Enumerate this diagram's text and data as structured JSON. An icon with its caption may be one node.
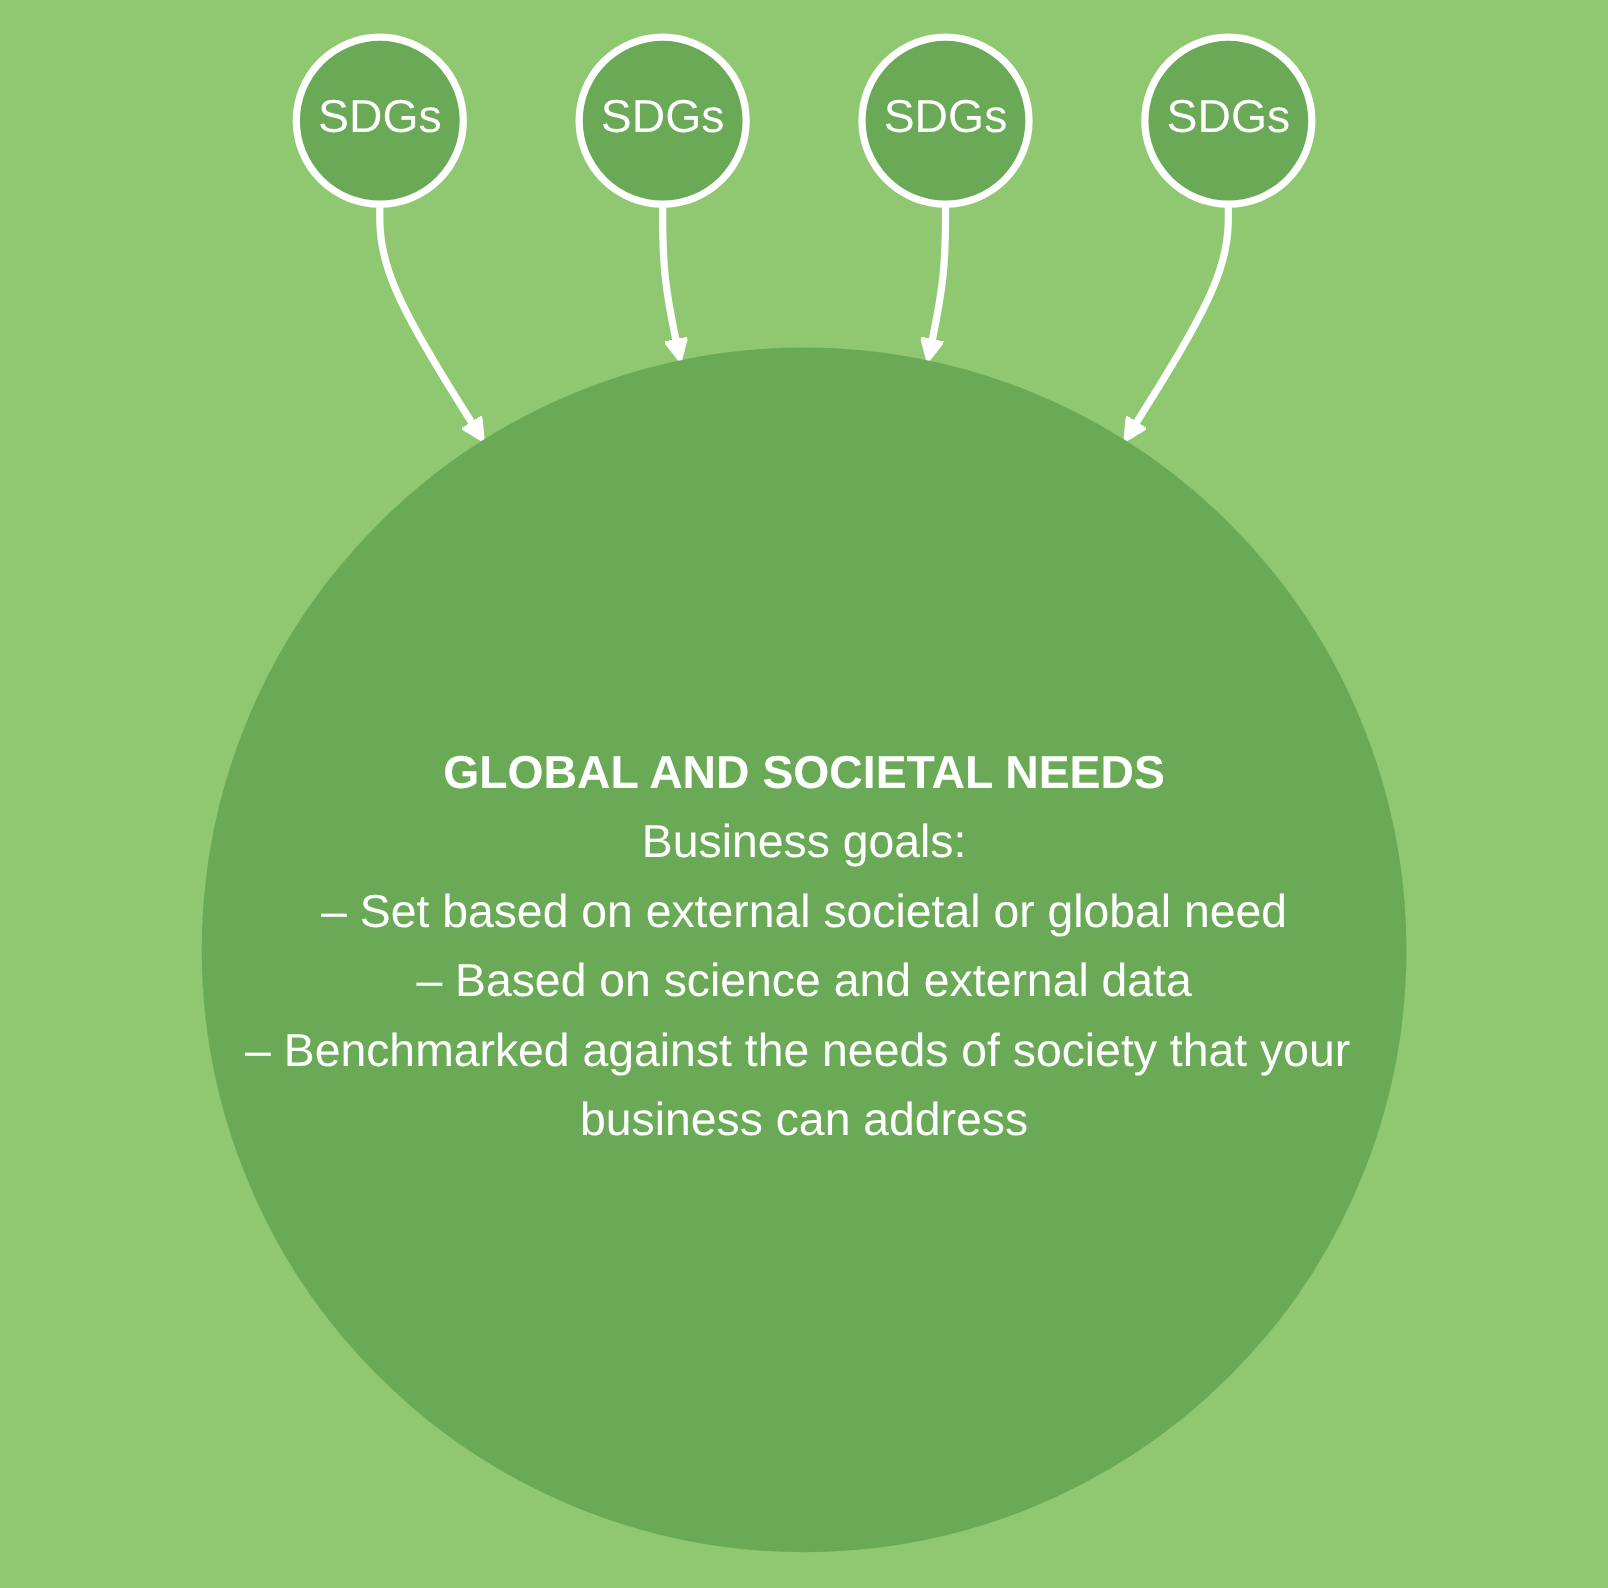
{
  "diagram": {
    "nodes": [
      {
        "text": [
          "GLOBAL AND SOCIETAL NEEDS",
          "Business goals:",
          "– Set based on external societal or global need",
          "– Based on science and external data",
          "– Benchmarked against the needs of society that your business can address"
        ]
      },
      {
        "text": [
          "SDGs"
        ]
      },
      {
        "text": [
          "SDGs"
        ]
      },
      {
        "text": [
          "SDGs"
        ]
      },
      {
        "text": [
          "SDGs"
        ]
      }
    ],
    "edges": [
      {
        "from": 1,
        "to": 0,
        "arrow": "to"
      },
      {
        "from": 2,
        "to": 0,
        "arrow": "to"
      },
      {
        "from": 3,
        "to": 0,
        "arrow": "to"
      },
      {
        "from": 4,
        "to": 0,
        "arrow": "to"
      }
    ]
  }
}
